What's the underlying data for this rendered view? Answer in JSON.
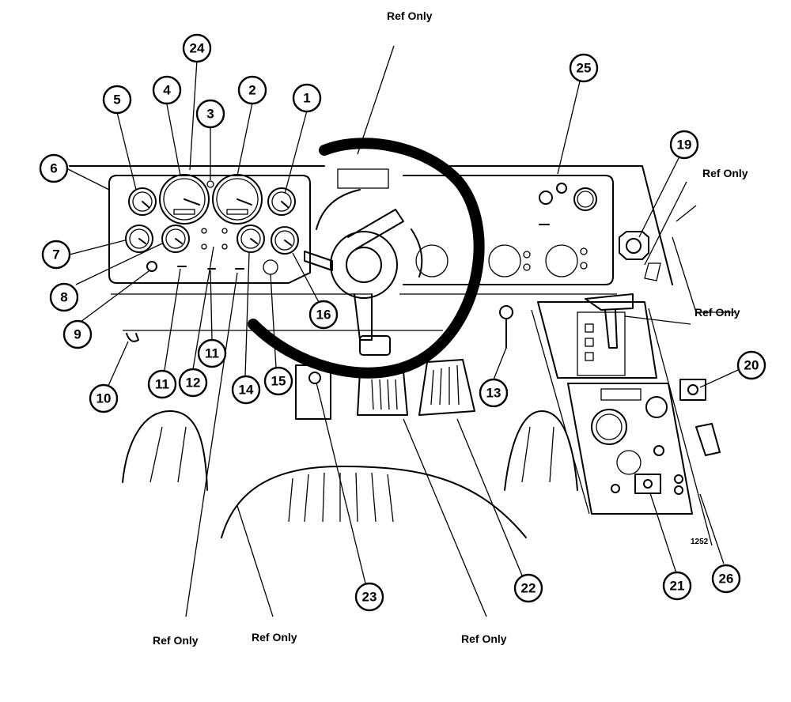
{
  "callouts": [
    {
      "id": "c1",
      "label": "1"
    },
    {
      "id": "c2",
      "label": "2"
    },
    {
      "id": "c3",
      "label": "3"
    },
    {
      "id": "c4",
      "label": "4"
    },
    {
      "id": "c5",
      "label": "5"
    },
    {
      "id": "c6",
      "label": "6"
    },
    {
      "id": "c7",
      "label": "7"
    },
    {
      "id": "c8",
      "label": "8"
    },
    {
      "id": "c9",
      "label": "9"
    },
    {
      "id": "c10",
      "label": "10"
    },
    {
      "id": "c11a",
      "label": "11"
    },
    {
      "id": "c11b",
      "label": "11"
    },
    {
      "id": "c12",
      "label": "12"
    },
    {
      "id": "c13",
      "label": "13"
    },
    {
      "id": "c14",
      "label": "14"
    },
    {
      "id": "c15",
      "label": "15"
    },
    {
      "id": "c16",
      "label": "16"
    },
    {
      "id": "c19",
      "label": "19"
    },
    {
      "id": "c20",
      "label": "20"
    },
    {
      "id": "c21",
      "label": "21"
    },
    {
      "id": "c22",
      "label": "22"
    },
    {
      "id": "c23",
      "label": "23"
    },
    {
      "id": "c24",
      "label": "24"
    },
    {
      "id": "c25",
      "label": "25"
    },
    {
      "id": "c26",
      "label": "26"
    }
  ],
  "ref_labels": [
    {
      "id": "r_top",
      "text": "Ref Only"
    },
    {
      "id": "r_right_upper",
      "text": "Ref Only"
    },
    {
      "id": "r_right_mid",
      "text": "Ref Only"
    },
    {
      "id": "r_bottom_left",
      "text": "Ref Only"
    },
    {
      "id": "r_bottom_mid_left",
      "text": "Ref Only"
    },
    {
      "id": "r_bottom_mid",
      "text": "Ref Only"
    }
  ],
  "figure_number": "1252"
}
